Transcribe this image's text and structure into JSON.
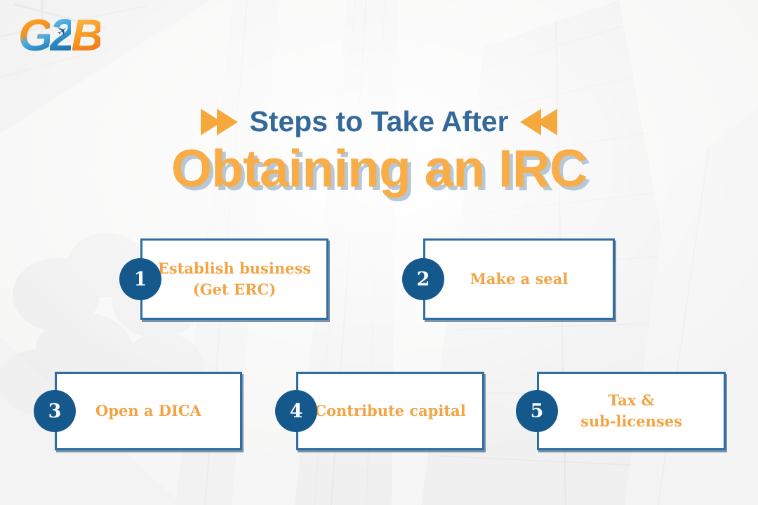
{
  "header": {
    "kicker": "Steps to Take After",
    "title": "Obtaining an IRC"
  },
  "logo": {
    "g": "G",
    "two": "2",
    "b": "B"
  },
  "icons": {
    "fast_forward": "fast-forward-icon",
    "rewind": "rewind-icon",
    "plane": "plane-icon",
    "plane_glyph": "✈"
  },
  "steps": [
    {
      "number": "1",
      "line1": "Establish business",
      "line2": "(Get ERC)"
    },
    {
      "number": "2",
      "line1": "Make a seal",
      "line2": ""
    },
    {
      "number": "3",
      "line1": "Open a DICA",
      "line2": ""
    },
    {
      "number": "4",
      "line1": "Contribute capital",
      "line2": ""
    },
    {
      "number": "5",
      "line1": "Tax &",
      "line2": "sub-licenses"
    }
  ],
  "colors": {
    "accent_orange": "#F5A93C",
    "step_text_orange": "#F2A444",
    "kicker_blue": "#33689B",
    "title_orange": "#F9AD49",
    "title_shadow_blue": "#B4C8DA",
    "badge_blue": "#15598C",
    "box_border_blue": "#2E6DA3"
  }
}
